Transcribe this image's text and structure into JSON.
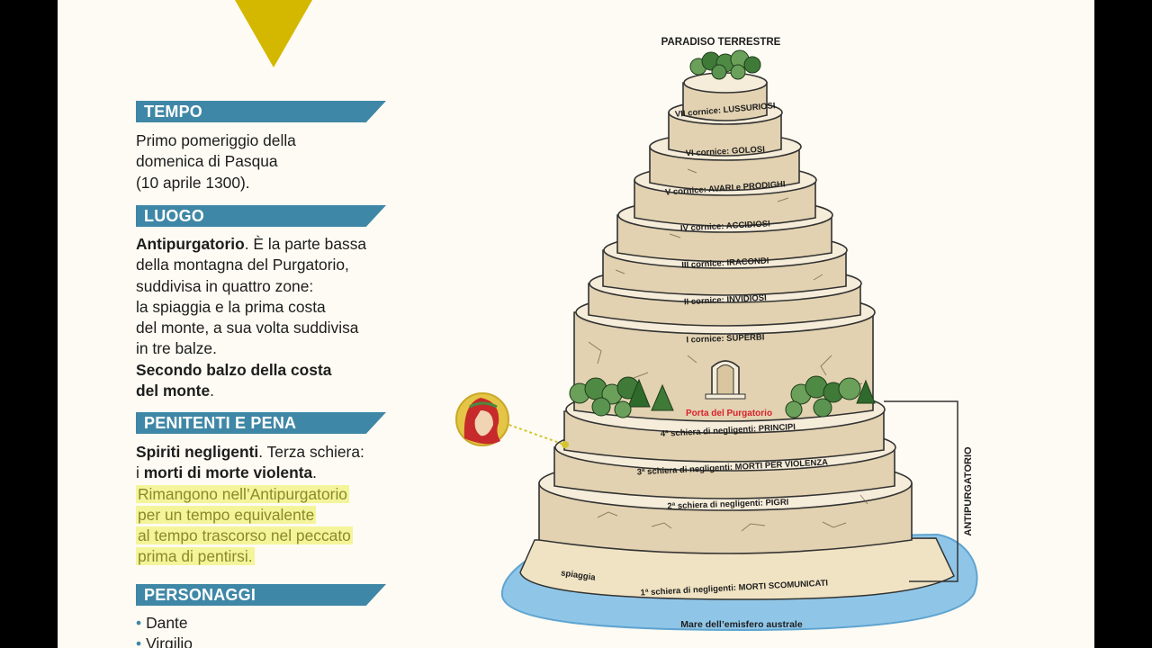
{
  "sections": {
    "tempo": {
      "title": "TEMPO",
      "lines": [
        "Primo pomeriggio della",
        "domenica di Pasqua",
        "(10 aprile 1300)."
      ]
    },
    "luogo": {
      "title": "LUOGO",
      "line1_bold": "Antipurgatorio",
      "line1_rest": ". È la parte bassa",
      "lines": [
        "della montagna del Purgatorio,",
        "suddivisa in quattro zone:",
        "la spiaggia e la prima costa",
        "del monte, a sua volta suddivisa",
        "in tre balze."
      ],
      "bold_line1": "Secondo balzo della costa",
      "bold_line2": "del monte",
      "bold_line2_end": "."
    },
    "penitenti": {
      "title": "PENITENTI E PENA",
      "line1_bold": "Spiriti negligenti",
      "line1_rest": ". Terza schiera:",
      "line2_start": "i ",
      "line2_bold": "morti di morte violenta",
      "line2_end": ".",
      "highlighted": [
        "Rimangono nell’Antipurgatorio",
        "per un tempo equivalente",
        "al tempo trascorso nel peccato",
        "prima di pentirsi."
      ]
    },
    "personaggi": {
      "title": "PERSONAGGI",
      "items": [
        "Dante",
        "Virgilio"
      ]
    }
  },
  "diagram": {
    "top_label": "PARADISO TERRESTRE",
    "cornici": [
      "VII cornice: LUSSURIOSI",
      "VI cornice: GOLOSI",
      "V cornice: AVARI e PRODIGHI",
      "IV cornice: ACCIDIOSI",
      "III cornice: IRACONDI",
      "II cornice: INVIDIOSI",
      "I cornice: SUPERBI"
    ],
    "gate_label": "Porta del Purgatorio",
    "schiere": [
      "4ª schiera di negligenti: PRINCIPI",
      "3ª schiera di negligenti: MORTI PER VIOLENZA",
      "2ª schiera di negligenti: PIGRI",
      "1ª schiera di negligenti: MORTI SCOMUNICATI"
    ],
    "beach_label": "spiaggia",
    "sea_label": "Mare dell’emisfero australe",
    "side_label": "ANTIPURGATORIO",
    "colors": {
      "rock": "#e2d2b1",
      "ledge": "#f5ecd9",
      "sea": "#8fc6e8",
      "gate_text": "#d8222c",
      "header_bg": "#3f87a6",
      "accent_triangle": "#d4b800",
      "highlight": "#f4f59a"
    }
  }
}
